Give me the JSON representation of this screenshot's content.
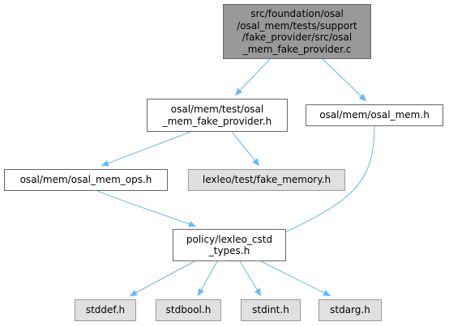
{
  "diagram": {
    "colors": {
      "root_fill": "#999999",
      "node_fill": "#ffffff",
      "external_fill": "#e0e0e0",
      "edge": "#63b8ff",
      "border": "#666666"
    },
    "nodes": {
      "root": {
        "lines": [
          "src/foundation/osal",
          "/osal_mem/tests/support",
          "/fake_provider/src/osal",
          "_mem_fake_provider.c"
        ]
      },
      "fake_provider_h": {
        "lines": [
          "osal/mem/test/osal",
          "_mem_fake_provider.h"
        ]
      },
      "osal_mem_h": {
        "lines": [
          "osal/mem/osal_mem.h"
        ]
      },
      "osal_mem_ops_h": {
        "lines": [
          "osal/mem/osal_mem_ops.h"
        ]
      },
      "fake_memory_h": {
        "lines": [
          "lexleo/test/fake_memory.h"
        ]
      },
      "cstd_types_h": {
        "lines": [
          "policy/lexleo_cstd",
          "_types.h"
        ]
      },
      "stddef_h": {
        "lines": [
          "stddef.h"
        ]
      },
      "stdbool_h": {
        "lines": [
          "stdbool.h"
        ]
      },
      "stdint_h": {
        "lines": [
          "stdint.h"
        ]
      },
      "stdarg_h": {
        "lines": [
          "stdarg.h"
        ]
      }
    }
  }
}
